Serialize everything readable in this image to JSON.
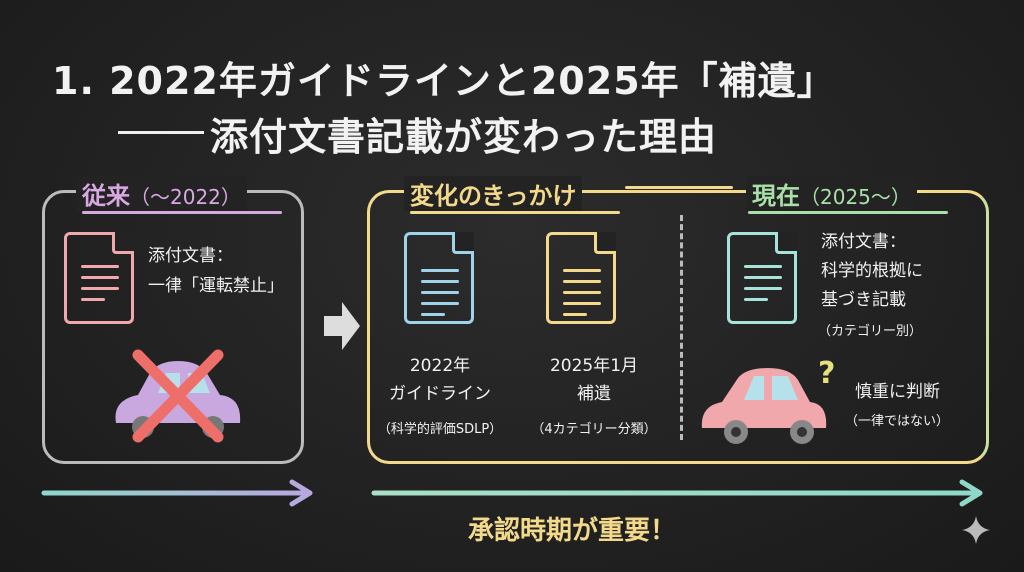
{
  "title": {
    "line1": "1. 2022年ガイドラインと2025年「補遺」",
    "line2": "添付文書記載が変わった理由"
  },
  "past": {
    "header": "従来",
    "header_range": "（〜2022）",
    "doc_label": "添付文書：",
    "doc_value": "一律「運転禁止」"
  },
  "change": {
    "header": "変化のきっかけ",
    "guideline": {
      "line1": "2022年",
      "line2": "ガイドライン",
      "note": "（科学的評価SDLP）"
    },
    "addendum": {
      "line1": "2025年1月",
      "line2": "補遺",
      "note": "（4カテゴリー分類）"
    }
  },
  "present": {
    "header": "現在",
    "header_range": "（2025〜）",
    "doc_lines": [
      "添付文書：",
      "科学的根拠に",
      "基づき記載"
    ],
    "doc_note": "（カテゴリー別）",
    "question_mark": "?",
    "judgement": "慎重に判断",
    "judgement_note": "（一律ではない）"
  },
  "footer": {
    "message": "承認時期が重要！"
  },
  "colors": {
    "purple": "#d9a8e2",
    "yellow": "#f3d98a",
    "green": "#a8e0a8",
    "pink": "#f0a8ad",
    "blue": "#9fd3ea",
    "teal": "#a8e3da",
    "red": "#ee6f6a"
  }
}
